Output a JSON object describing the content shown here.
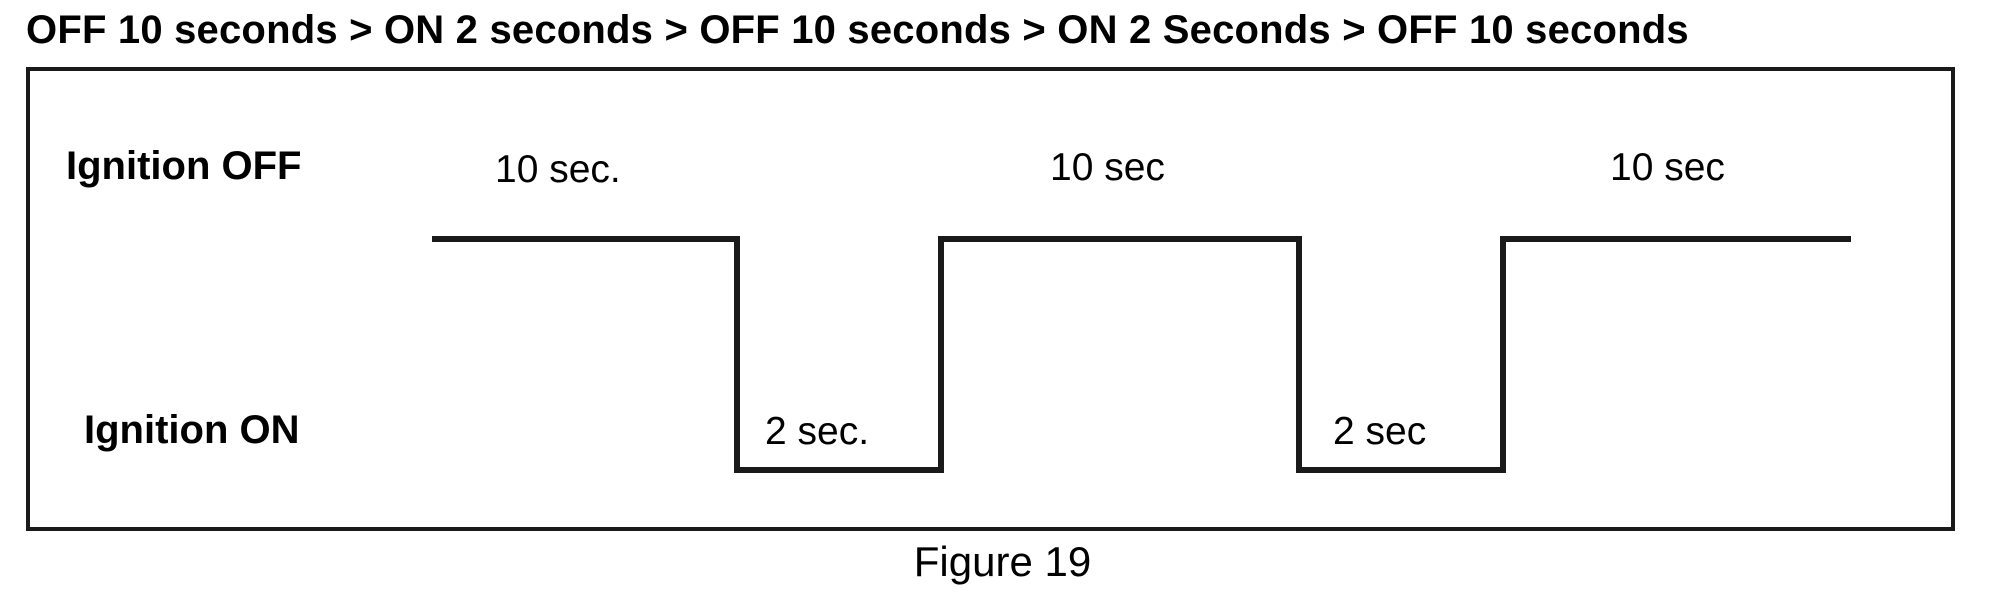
{
  "sequence_title": "OFF 10 seconds  > ON 2 seconds > OFF 10 seconds > ON 2 Seconds > OFF 10 seconds",
  "caption": "Figure 19",
  "axis_labels": {
    "high_state": "Ignition OFF",
    "low_state": "Ignition ON"
  },
  "duration_labels": {
    "off_1": "10 sec.",
    "on_1": "2 sec.",
    "off_2": "10 sec",
    "on_2": "2 sec",
    "off_3": "10 sec"
  },
  "colors": {
    "line": "#1a1a1a",
    "frame": "#1a1a1a",
    "background": "#ffffff",
    "text": "#000000"
  },
  "chart_data": {
    "type": "line",
    "title": "OFF 10 seconds  > ON 2 seconds > OFF 10 seconds > ON 2 Seconds > OFF 10 seconds",
    "subtitle": "Figure 19",
    "xlabel": "",
    "ylabel": "",
    "grid": false,
    "legend": "none",
    "states": [
      "Ignition OFF",
      "Ignition ON"
    ],
    "segments": [
      {
        "state": "Ignition OFF",
        "label": "10 sec.",
        "duration_seconds": 10,
        "start_seconds": 0,
        "end_seconds": 10
      },
      {
        "state": "Ignition ON",
        "label": "2 sec.",
        "duration_seconds": 2,
        "start_seconds": 10,
        "end_seconds": 12
      },
      {
        "state": "Ignition OFF",
        "label": "10 sec",
        "duration_seconds": 10,
        "start_seconds": 12,
        "end_seconds": 22
      },
      {
        "state": "Ignition ON",
        "label": "2 sec",
        "duration_seconds": 2,
        "start_seconds": 22,
        "end_seconds": 24
      },
      {
        "state": "Ignition OFF",
        "label": "10 sec",
        "duration_seconds": 10,
        "start_seconds": 24,
        "end_seconds": 34
      }
    ],
    "x": [
      0,
      10,
      10,
      12,
      12,
      22,
      22,
      24,
      24,
      34
    ],
    "y": [
      1,
      1,
      0,
      0,
      1,
      1,
      0,
      0,
      1,
      1
    ],
    "y_tick_labels": [
      "Ignition ON",
      "Ignition OFF"
    ],
    "ylim": [
      0,
      1
    ],
    "xlim": [
      0,
      34
    ],
    "total_duration_seconds": 34
  }
}
